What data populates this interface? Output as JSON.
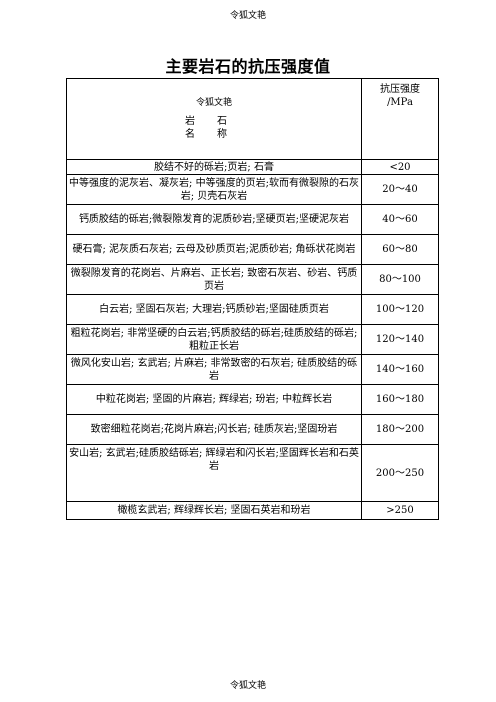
{
  "header": {
    "watermark": "令狐文艳"
  },
  "title": "主要岩石的抗压强度值",
  "table": {
    "header": {
      "rock_watermark": "令狐文艳",
      "rock_label_line1": "岩　石",
      "rock_label_line2": "名　称",
      "strength_label_line1": "抗压强度",
      "strength_label_line2": "/MPa"
    },
    "rows": [
      {
        "rock": "胶结不好的砾岩;页岩; 石膏",
        "strength": "<20"
      },
      {
        "rock": "中等强度的泥灰岩、凝灰岩; 中等强度的页岩;软而有微裂隙的石灰岩; 贝壳石灰岩",
        "strength": "20～40"
      },
      {
        "rock": "钙质胶结的砾岩;微裂隙发育的泥质砂岩;坚硬页岩;坚硬泥灰岩",
        "strength": "40～60"
      },
      {
        "rock": "硬石膏; 泥灰质石灰岩; 云母及砂质页岩;泥质砂岩; 角砾状花岗岩",
        "strength": "60～80"
      },
      {
        "rock": "微裂隙发育的花岗岩、片麻岩、正长岩; 致密石灰岩、砂岩、钙质页岩",
        "strength": "80～100"
      },
      {
        "rock": "白云岩; 坚固石灰岩; 大理岩;钙质砂岩;坚固硅质页岩",
        "strength": "100～120"
      },
      {
        "rock": "粗粒花岗岩; 非常坚硬的白云岩;钙质胶结的砾岩;硅质胶结的砾岩;粗粒正长岩",
        "strength": "120～140"
      },
      {
        "rock": "微风化安山岩; 玄武岩; 片麻岩; 非常致密的石灰岩; 硅质胶结的砾岩",
        "strength": "140～160"
      },
      {
        "rock": "中粒花岗岩; 坚固的片麻岩; 辉绿岩; 玢岩; 中粒辉长岩",
        "strength": "160～180"
      },
      {
        "rock": "致密细粒花岗岩;花岗片麻岩;闪长岩; 硅质灰岩;坚固玢岩",
        "strength": "180～200"
      },
      {
        "rock": "安山岩; 玄武岩;硅质胶结砾岩; 辉绿岩和闪长岩;坚固辉长岩和石英岩",
        "strength": "200～250"
      },
      {
        "rock": "橄榄玄武岩; 辉绿辉长岩; 坚固石英岩和玢岩",
        "strength": ">250"
      }
    ]
  },
  "footer": {
    "watermark": "令狐文艳"
  }
}
